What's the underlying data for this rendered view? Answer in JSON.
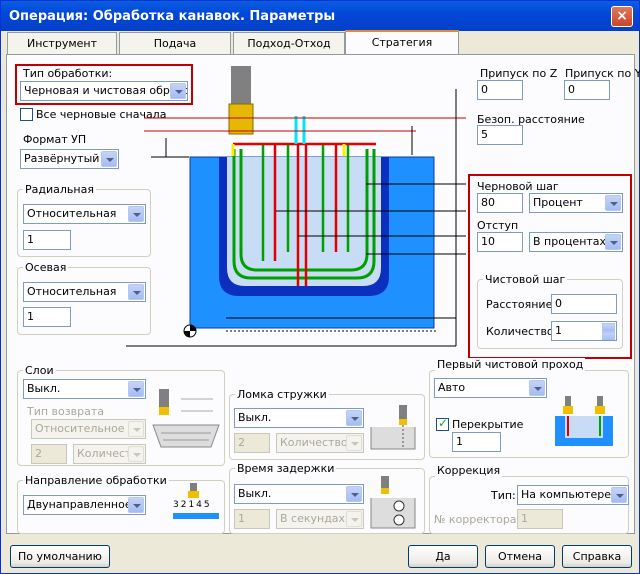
{
  "window": {
    "title": "Операция: Обработка канавок. Параметры",
    "close": "×"
  },
  "tabs": [
    {
      "label": "Инструмент"
    },
    {
      "label": "Подача"
    },
    {
      "label": "Подход-Отход"
    },
    {
      "label": "Стратегия"
    }
  ],
  "machining_type": {
    "label": "Тип обработки:",
    "value": "Черновая и чистовая обрабо"
  },
  "all_rough_first": {
    "label": "Все черновые сначала",
    "checked": false
  },
  "nc_format": {
    "label": "Формат УП",
    "value": "Развёрнутый"
  },
  "radial": {
    "label": "Радиальная",
    "mode": "Относительная",
    "value": "1"
  },
  "axial": {
    "label": "Осевая",
    "mode": "Относительная",
    "value": "1"
  },
  "allowance_z": {
    "label": "Припуск по Z",
    "value": "0"
  },
  "allowance_y": {
    "label": "Припуск по Y",
    "value": "0"
  },
  "safe_distance": {
    "label": "Безоп. расстояние",
    "value": "5"
  },
  "rough_step": {
    "label": "Черновой шаг",
    "value": "80",
    "unit": "Процент"
  },
  "offset": {
    "label": "Отступ",
    "value": "10",
    "unit": "В процентах"
  },
  "finish_step": {
    "label": "Чистовой шаг",
    "distance_label": "Расстояние:",
    "distance": "0",
    "count_label": "Количество:",
    "count": "1"
  },
  "layers": {
    "label": "Слои",
    "value": "Выкл.",
    "return_label": "Тип возврата",
    "return_value": "Относительное",
    "count": "2",
    "count_unit": "Количество"
  },
  "chip_break": {
    "label": "Ломка стружки",
    "value": "Выкл.",
    "count": "2",
    "count_unit": "Количество"
  },
  "dwell": {
    "label": "Время задержки",
    "value": "Выкл.",
    "time": "1",
    "unit": "В секундах"
  },
  "first_finish": {
    "label": "Первый чистовой проход",
    "value": "Авто",
    "overlap_label": "Перекрытие",
    "overlap_checked": true,
    "overlap": "1"
  },
  "direction": {
    "label": "Направление обработки",
    "value": "Двунаправленное",
    "numbers": "32145"
  },
  "correction": {
    "label": "Коррекция",
    "type_label": "Тип:",
    "type_value": "На компьютере",
    "corrector_label": "№ корректора:",
    "corrector_value": "1"
  },
  "buttons": {
    "default": "По умолчанию",
    "ok": "Да",
    "cancel": "Отмена",
    "help": "Справка"
  }
}
